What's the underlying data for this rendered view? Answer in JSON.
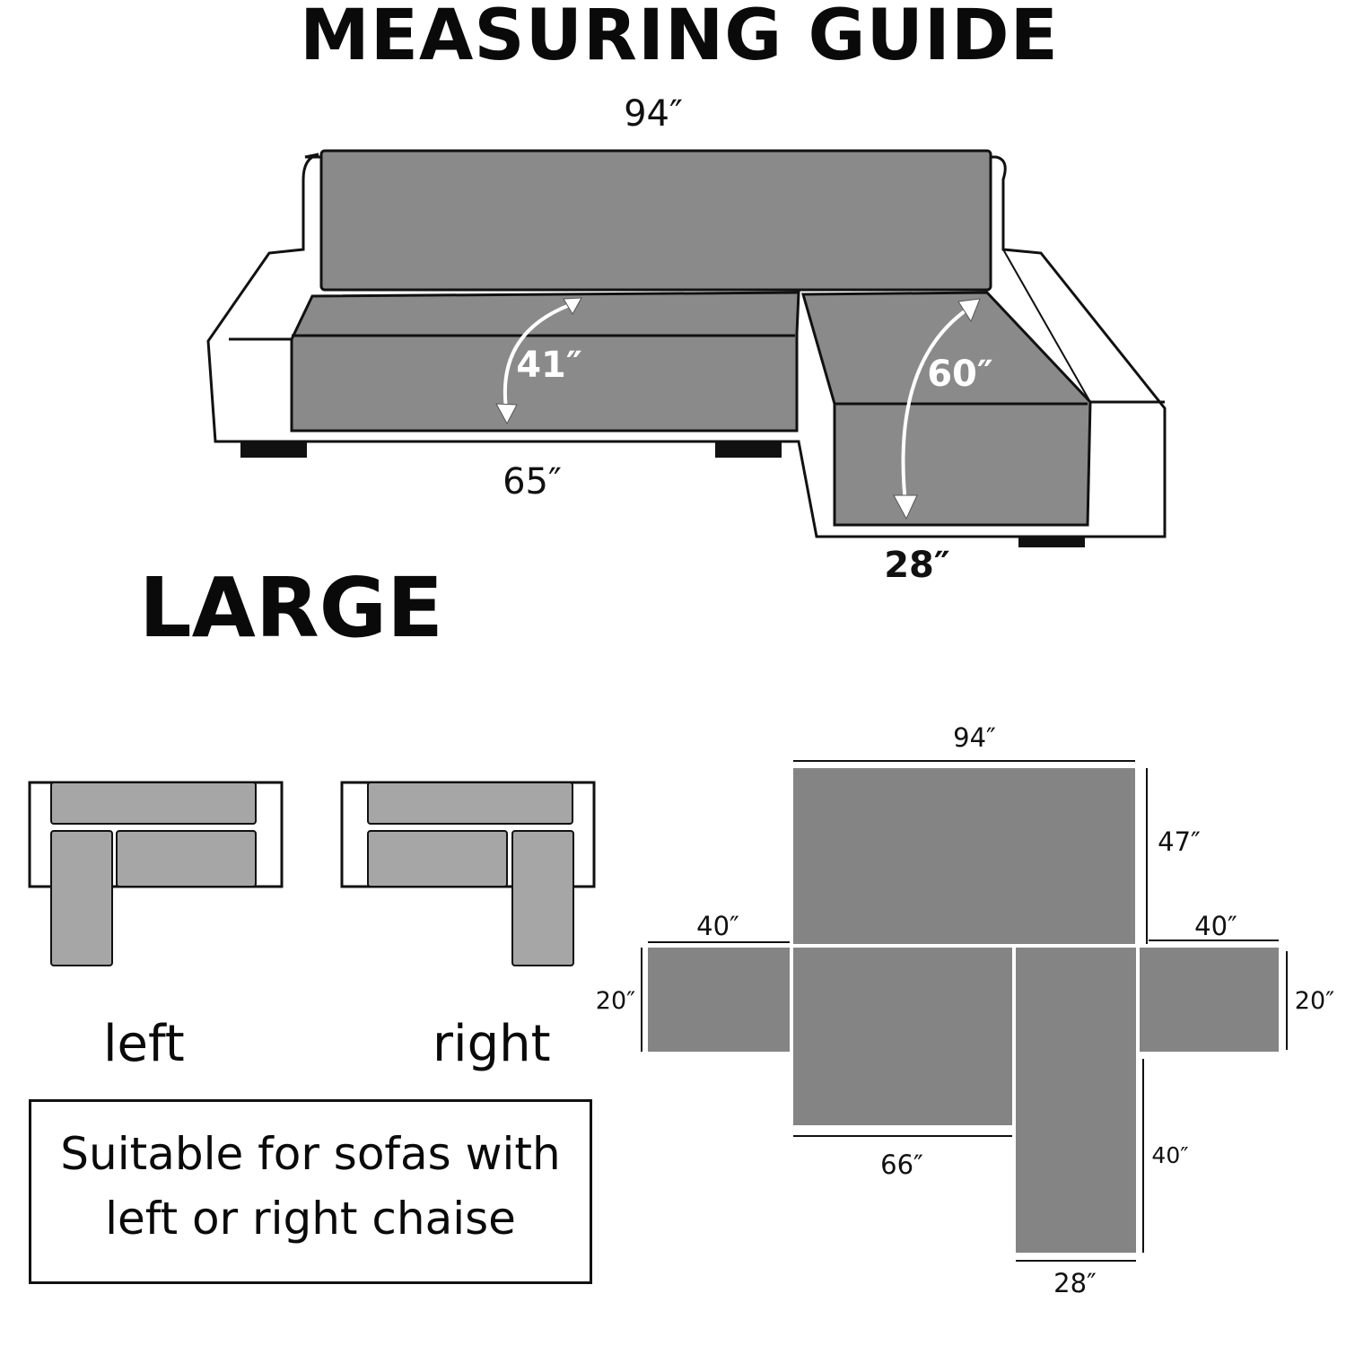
{
  "title": "MEASURING GUIDE",
  "size_label": "LARGE",
  "sofa_diagram": {
    "back_width": "94″",
    "seat_depth": "41″",
    "chaise_depth": "60″",
    "seat_width": "65″",
    "chaise_width": "28″"
  },
  "orientation": {
    "left_label": "left",
    "right_label": "right"
  },
  "note": {
    "line1": "Suitable for sofas with",
    "line2": "left or right chaise"
  },
  "flat_layout": {
    "top_width": "94″",
    "top_height": "47″",
    "left_arm_width": "40″",
    "left_arm_height": "20″",
    "right_arm_width": "40″",
    "right_arm_height": "20″",
    "seat_width": "66″",
    "chaise_length": "40″",
    "chaise_width": "28″"
  },
  "colors": {
    "cover_gray": "#8a8a8a",
    "panel_gray": "#858485",
    "light_gray": "#a6a6a6",
    "outline": "#111111"
  }
}
